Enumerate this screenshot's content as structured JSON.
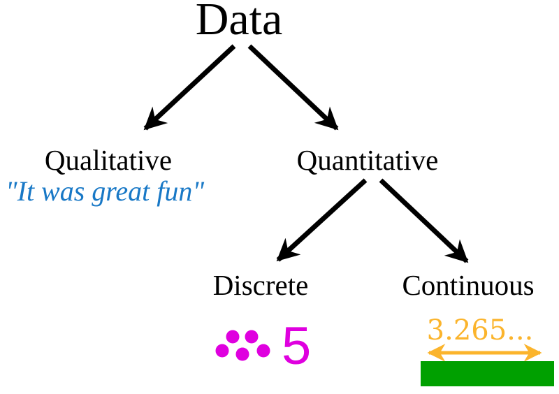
{
  "colors": {
    "background": "#FFFFFF",
    "text": "#000000",
    "arrow": "#000000",
    "quote-blue": "#1878C6",
    "magenta": "#DF00DF",
    "orange": "#FBB42C",
    "green": "#00A000"
  },
  "tree": {
    "root": {
      "label": "Data"
    },
    "children": [
      {
        "id": "qualitative",
        "label": "Qualitative",
        "example": "\"It was great fun\""
      },
      {
        "id": "quantitative",
        "label": "Quantitative",
        "children": [
          {
            "id": "discrete",
            "label": "Discrete",
            "example_number": "5",
            "dot_count": 5
          },
          {
            "id": "continuous",
            "label": "Continuous",
            "example_number": "3.265..."
          }
        ]
      }
    ]
  }
}
